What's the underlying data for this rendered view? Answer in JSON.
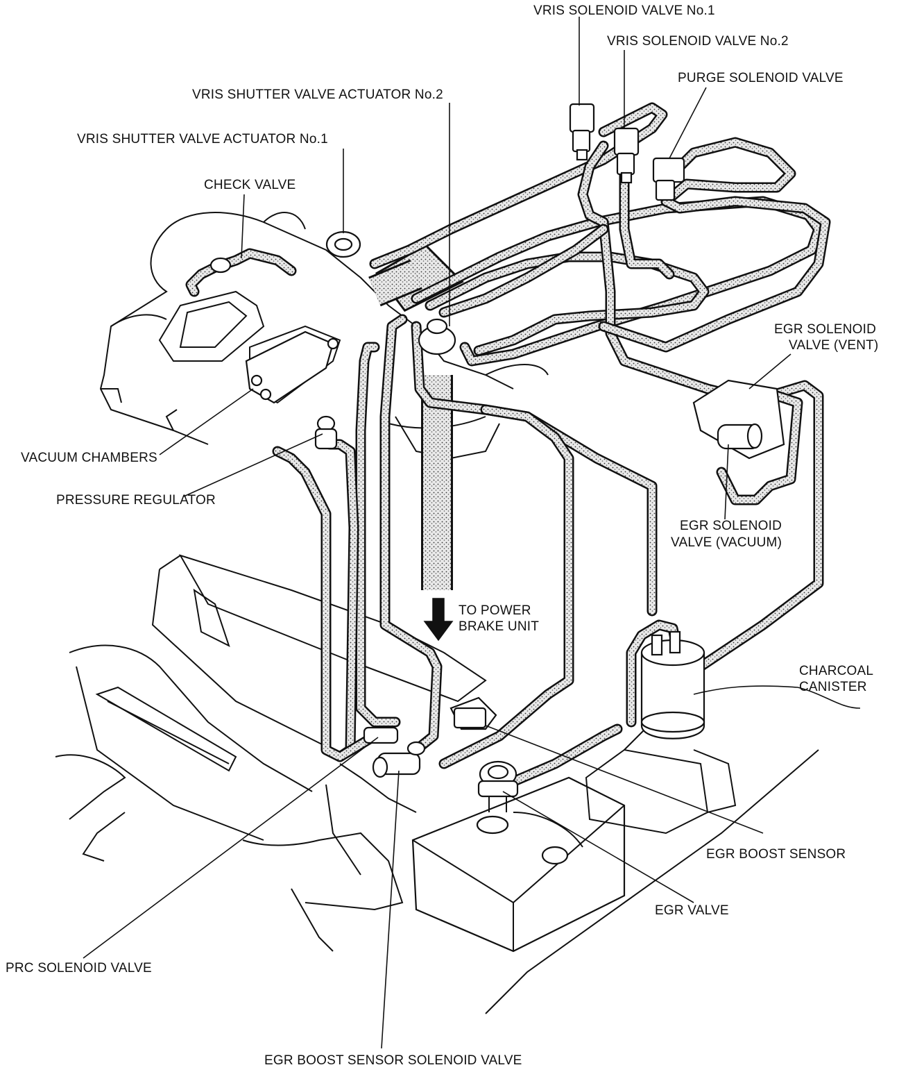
{
  "labels": {
    "vris_solenoid_1": "VRIS SOLENOID VALVE No.1",
    "vris_solenoid_2": "VRIS SOLENOID VALVE No.2",
    "purge_solenoid": "PURGE SOLENOID VALVE",
    "vris_shutter_2": "VRIS SHUTTER VALVE ACTUATOR No.2",
    "vris_shutter_1": "VRIS SHUTTER VALVE ACTUATOR No.1",
    "check_valve": "CHECK VALVE",
    "egr_solenoid_vent_1": "EGR SOLENOID",
    "egr_solenoid_vent_2": "VALVE (VENT)",
    "vacuum_chambers": "VACUUM CHAMBERS",
    "pressure_regulator": "PRESSURE REGULATOR",
    "egr_solenoid_vacuum_1": "EGR SOLENOID",
    "egr_solenoid_vacuum_2": "VALVE (VACUUM)",
    "power_brake_1": "TO POWER",
    "power_brake_2": "BRAKE UNIT",
    "charcoal_canister_1": "CHARCOAL",
    "charcoal_canister_2": "CANISTER",
    "egr_boost_sensor": "EGR BOOST SENSOR",
    "egr_valve": "EGR VALVE",
    "prc_solenoid": "PRC SOLENOID VALVE",
    "egr_boost_sensor_solenoid": "EGR BOOST SENSOR SOLENOID VALVE"
  }
}
